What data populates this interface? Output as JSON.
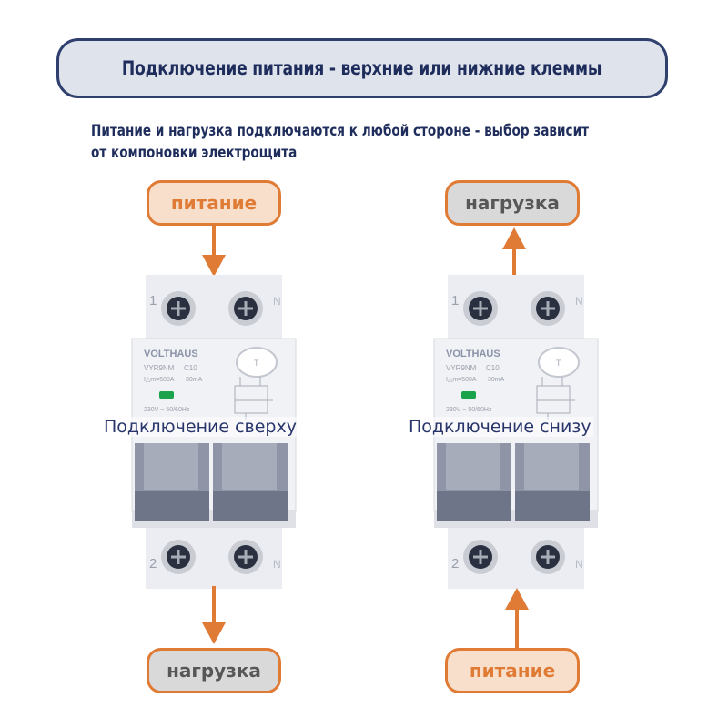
{
  "title": "Подключение питания - верхние или нижние клеммы",
  "subtitle_line1": "Питание и нагрузка подключаются к любой стороне - выбор зависит",
  "subtitle_line2": "от компоновки электрощита",
  "left": {
    "top_label": "питание",
    "bottom_label": "нагрузка",
    "caption": "Подключение сверху"
  },
  "right": {
    "top_label": "нагрузка",
    "bottom_label": "питание",
    "caption": "Подключение снизу"
  },
  "device": {
    "brand": "VOLTHAUS",
    "model": "VYR9NM",
    "rating": "C10",
    "breaking": "I△m=500A",
    "residual": "30mA",
    "voltage": "230V ~  50/60Hz",
    "terminal_top_left": "1",
    "terminal_top_right": "N",
    "terminal_bottom_left": "2",
    "terminal_bottom_right": "N",
    "test_button": "T"
  },
  "colors": {
    "power_accent": "#e07b35",
    "power_fill": "#f8dfcb",
    "load_fill": "#d9d9d9",
    "navy": "#1f2d5c"
  }
}
